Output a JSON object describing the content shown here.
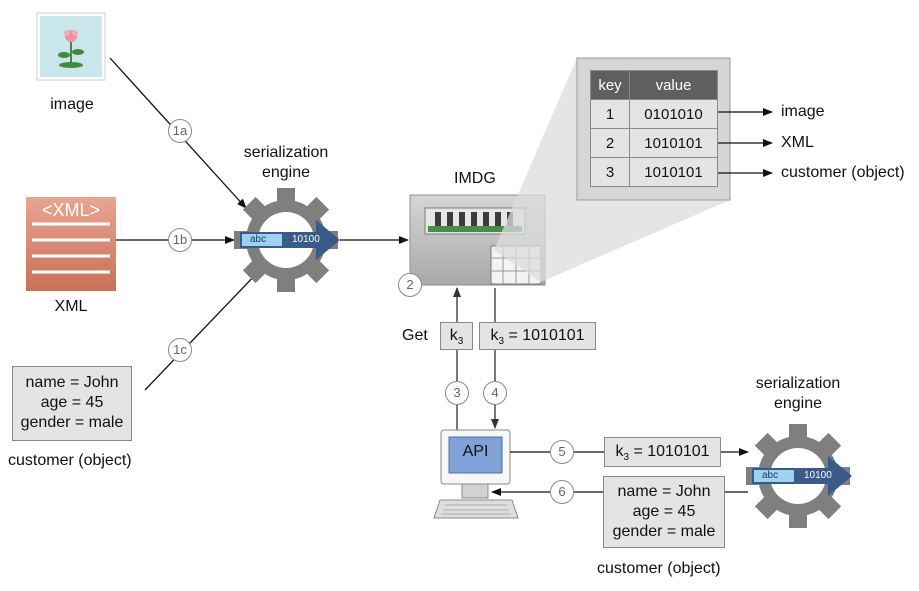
{
  "inputs": {
    "image_label": "image",
    "xml_label": "XML",
    "xml_icon_text": "<XML>",
    "customer_lines": [
      "name = John",
      "age = 45",
      "gender = male"
    ],
    "customer_label": "customer (object)"
  },
  "engine_top": {
    "label_line1": "serialization",
    "label_line2": "engine",
    "arrow_left": "abc",
    "arrow_right": "10100"
  },
  "engine_bottom": {
    "label_line1": "serialization",
    "label_line2": "engine",
    "arrow_left": "abc",
    "arrow_right": "10100"
  },
  "imdg": {
    "label": "IMDG"
  },
  "table": {
    "headers": [
      "key",
      "value"
    ],
    "rows": [
      {
        "key": "1",
        "value": "0101010",
        "target": "image"
      },
      {
        "key": "2",
        "value": "1010101",
        "target": "XML"
      },
      {
        "key": "3",
        "value": "1010101",
        "target": "customer (object)"
      }
    ]
  },
  "get_request": {
    "verb": "Get",
    "key": "k",
    "key_sub": "3"
  },
  "get_response": {
    "key": "k",
    "key_sub": "3",
    "value": "= 1010101"
  },
  "api": {
    "label": "API"
  },
  "step5_box": {
    "key": "k",
    "key_sub": "3",
    "value": "= 1010101"
  },
  "step6_box": {
    "lines": [
      "name = John",
      "age = 45",
      "gender = male"
    ]
  },
  "result_label": "customer (object)",
  "steps": {
    "s1a": "1a",
    "s1b": "1b",
    "s1c": "1c",
    "s2": "2",
    "s3": "3",
    "s4": "4",
    "s5": "5",
    "s6": "6"
  }
}
